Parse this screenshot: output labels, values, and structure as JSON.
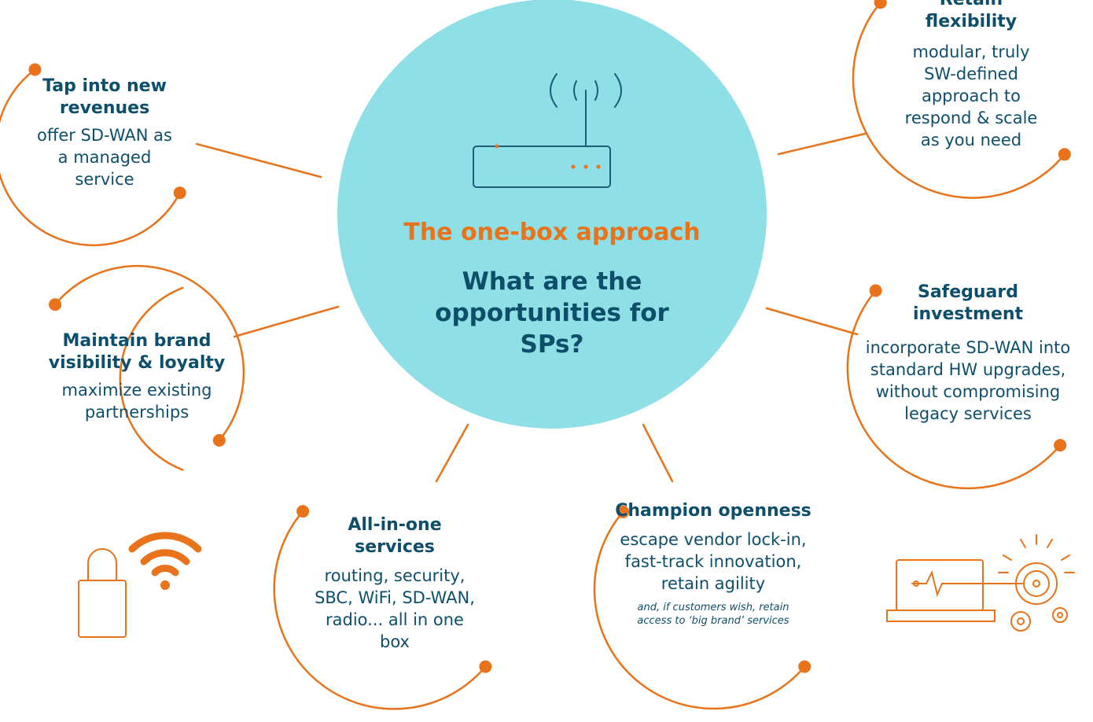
{
  "colors": {
    "accent": "#e8731a",
    "text": "#0d4f6b",
    "hub_fill": "#8fdfe6",
    "icon_line": "#1b5e78"
  },
  "hub": {
    "title": "The one-box approach",
    "question": "What are the opportunities for SPs?",
    "icon": "router-icon"
  },
  "nodes": [
    {
      "title": "Tap into new revenues",
      "text": "offer SD-WAN as a managed service"
    },
    {
      "title": "Maintain brand visibility & loyalty",
      "text": "maximize existing partnerships"
    },
    {
      "title": "All-in-one services",
      "text": "routing, security, SBC, WiFi, SD-WAN, radio... all in one box"
    },
    {
      "title": "Champion openness",
      "text": "escape vendor lock-in, fast-track innovation, retain agility",
      "note": "and, if customers wish, retain access to ‘big brand’ services"
    },
    {
      "title": "Safeguard investment",
      "text": "incorporate SD-WAN into standard HW upgrades, without compromising legacy services"
    },
    {
      "title": "Retain flexibility",
      "text": "modular, truly SW-defined approach to respond & scale as you need"
    }
  ],
  "decor_icons": [
    "wifi-lock-icon",
    "laptop-gear-icon"
  ]
}
